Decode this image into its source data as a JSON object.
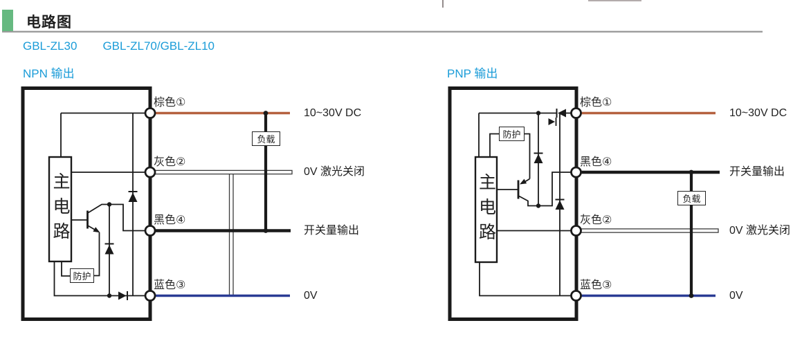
{
  "header": {
    "title": "电路图"
  },
  "models": {
    "first": "GBL-ZL30",
    "second": "GBL-ZL70/GBL-ZL10"
  },
  "colors": {
    "accent_green": "#66b981",
    "heading_blue": "#1b9cd8",
    "wire_brown": "#b5613f",
    "wire_blue": "#2a3b94",
    "wire_black": "#1a1a1a"
  },
  "boxes": {
    "main_circuit": "主电路",
    "load": "负载",
    "protection": "防护"
  },
  "diagrams": {
    "npn": {
      "title": "NPN 输出",
      "wires": [
        {
          "name": "棕色①",
          "label": "10~30V DC"
        },
        {
          "name": "灰色②",
          "label": "0V 激光关闭"
        },
        {
          "name": "黑色④",
          "label": "开关量输出"
        },
        {
          "name": "蓝色③",
          "label": "0V"
        }
      ]
    },
    "pnp": {
      "title": "PNP 输出",
      "wires": [
        {
          "name": "棕色①",
          "label": "10~30V DC"
        },
        {
          "name": "黑色④",
          "label": "开关量输出"
        },
        {
          "name": "灰色②",
          "label": "0V 激光关闭"
        },
        {
          "name": "蓝色③",
          "label": "0V"
        }
      ]
    }
  }
}
